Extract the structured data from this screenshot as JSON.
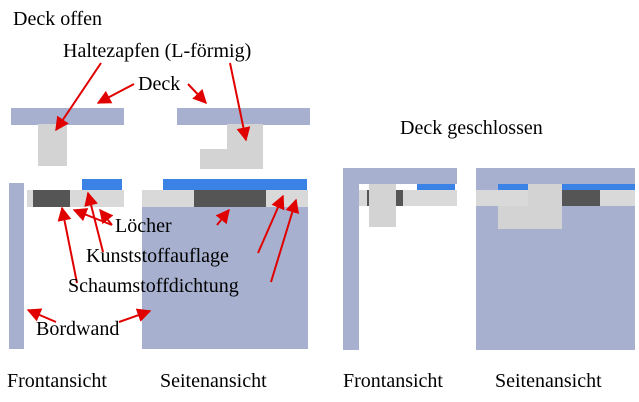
{
  "labels": {
    "open_title": "Deck offen",
    "closed_title": "Deck geschlossen",
    "pin": "Haltezapfen (L-förmig)",
    "deck": "Deck",
    "holes": "Löcher",
    "plastic_pad": "Kunststoffauflage",
    "foam_seal": "Schaumstoffdichtung",
    "side_wall": "Bordwand",
    "front_open": "Frontansicht",
    "side_open": "Seitenansicht",
    "front_closed": "Frontansicht",
    "side_closed": "Seitenansicht"
  },
  "colors": {
    "deck": "#a7b1cf",
    "wall": "#a7b1cf",
    "pin": "#d3d3d3",
    "rail": "#d9d9d9",
    "foam": "#555555",
    "pad": "#3b82e6",
    "arrow": "#e00000"
  }
}
